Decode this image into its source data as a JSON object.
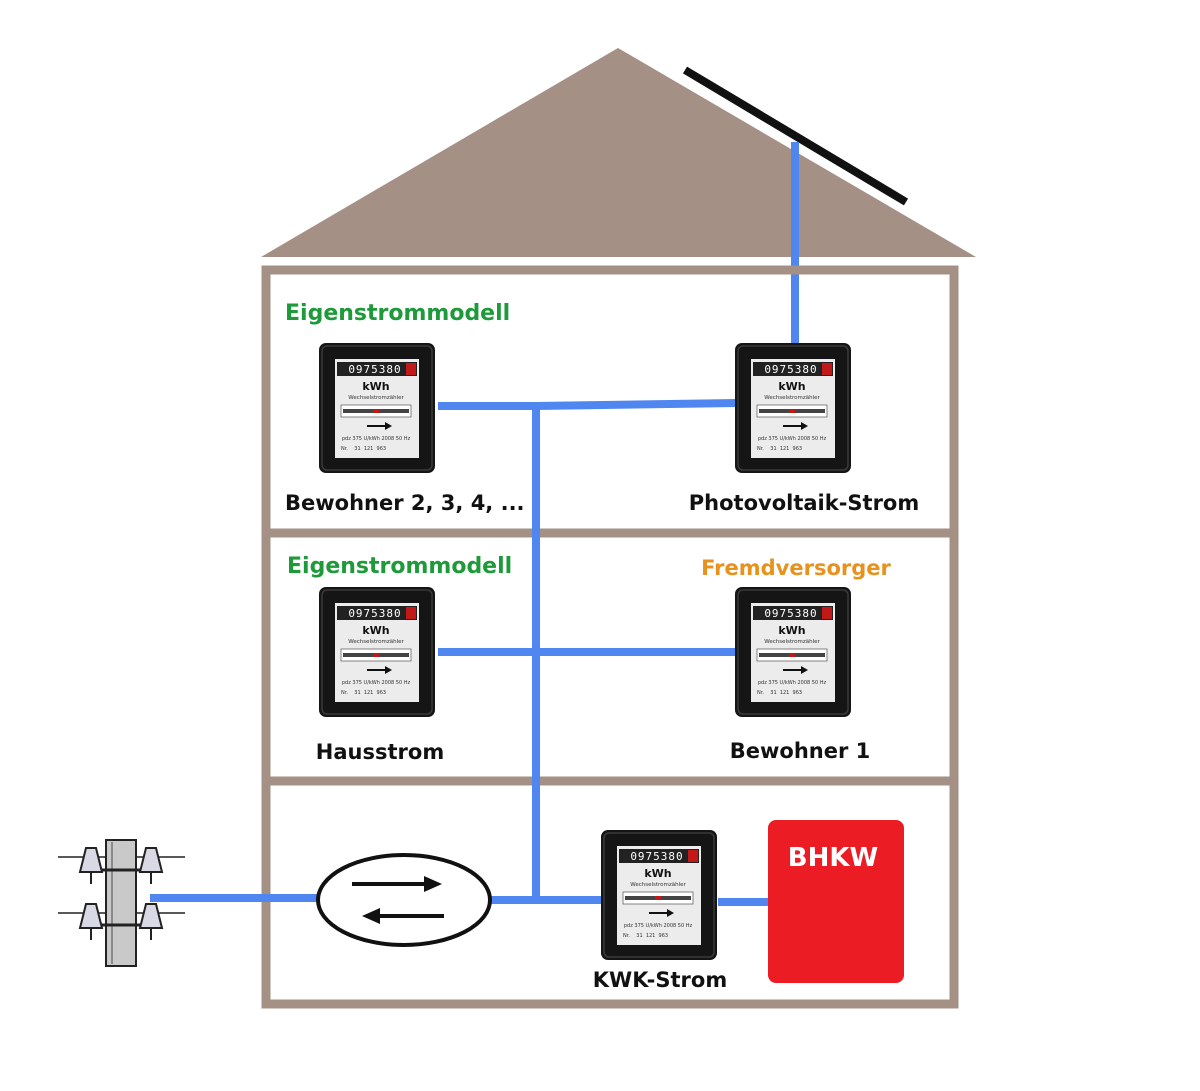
{
  "colors": {
    "roof": "#a49085",
    "wall": "#a49085",
    "wire": "#4f86f0",
    "green": "#1f9a3a",
    "orange": "#e8921e",
    "bhkw": "#ec1c24",
    "panel": "#111111"
  },
  "top_floor": {
    "heading": "Eigenstrommodell",
    "left_label": "Bewohner 2, 3, 4, ...",
    "right_label": "Photovoltaik-Strom"
  },
  "middle_floor": {
    "left_heading": "Eigenstrommodell",
    "right_heading": "Fremdversorger",
    "left_label": "Hausstrom",
    "right_label": "Bewohner 1"
  },
  "ground_floor": {
    "meter_label": "KWK-Strom",
    "bhkw_label": "BHKW"
  },
  "meter": {
    "digits": "0975380",
    "unit": "kWh",
    "type_text": "Wechselstromzähler",
    "spec_text": "pdz 375 U/kWh 2008 50 Hz",
    "serial_text": "Nr.    31  121  963"
  },
  "icons": {
    "meter": "electricity-meter-icon",
    "bidirectional": "bidirectional-arrows-icon",
    "pylon": "power-pylon-icon",
    "solar_panel": "solar-panel-icon"
  }
}
